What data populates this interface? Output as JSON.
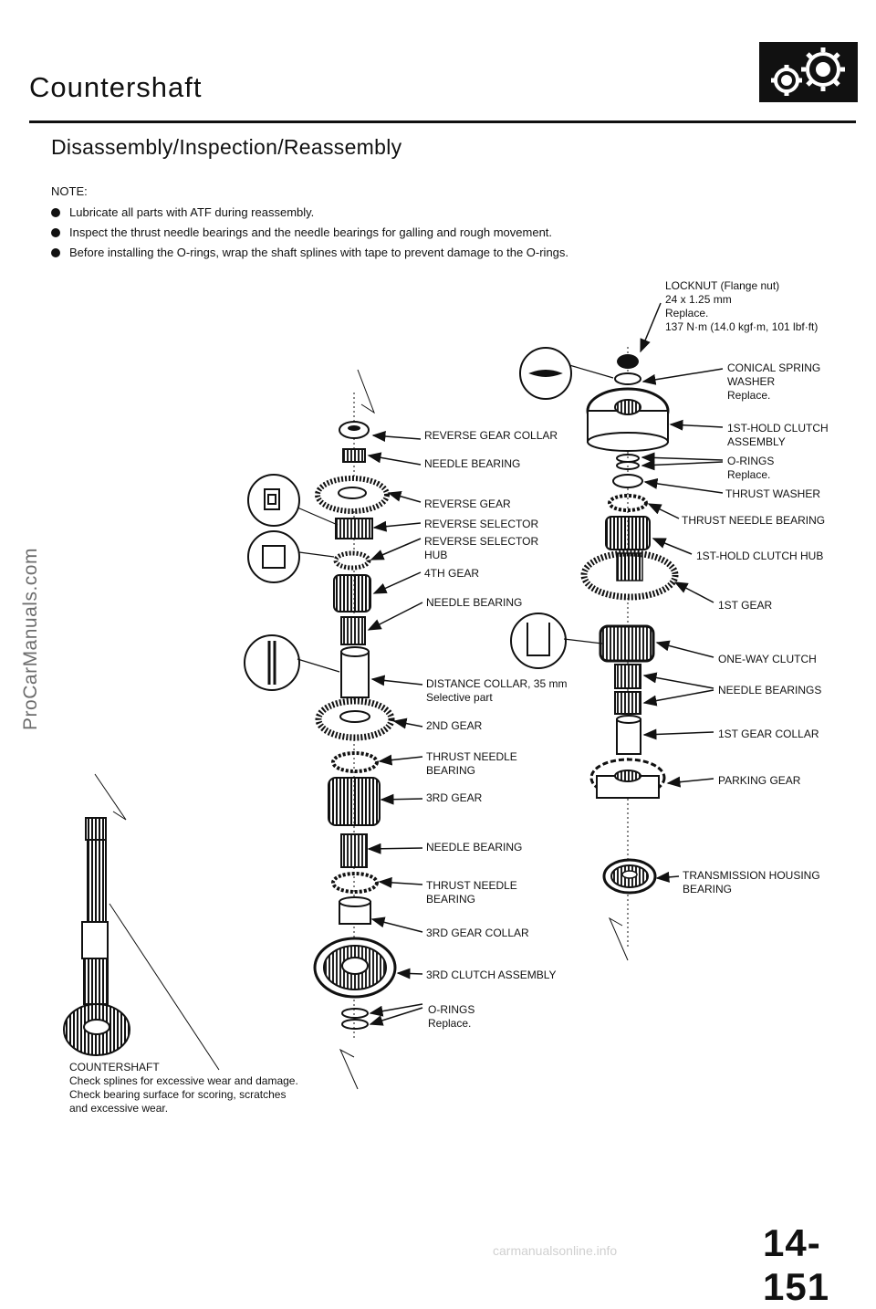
{
  "page": {
    "title": "Countershaft",
    "subtitle": "Disassembly/Inspection/Reassembly",
    "page_number": "14-151",
    "watermark": "ProCarManuals.com",
    "footer_watermark": "carmanualsonline.info"
  },
  "icons": {
    "header": "gears-icon"
  },
  "note": {
    "heading": "NOTE:",
    "items": [
      "Lubricate all parts with ATF during reassembly.",
      "Inspect the thrust needle bearings and the needle bearings for galling and rough movement.",
      "Before installing the O-rings, wrap the shaft splines with tape to prevent damage to the O-rings."
    ]
  },
  "left_labels": {
    "reverse_gear_collar": "REVERSE GEAR COLLAR",
    "needle_bearing_1": "NEEDLE BEARING",
    "reverse_gear": "REVERSE GEAR",
    "reverse_selector": "REVERSE SELECTOR",
    "reverse_selector_hub": "REVERSE SELECTOR\nHUB",
    "fourth_gear": "4TH GEAR",
    "needle_bearing_2": "NEEDLE BEARING",
    "distance_collar": "DISTANCE COLLAR, 35 mm\nSelective part",
    "second_gear": "2ND GEAR",
    "thrust_needle_bearing_1": "THRUST NEEDLE\nBEARING",
    "third_gear": "3RD GEAR",
    "needle_bearing_3": "NEEDLE BEARING",
    "thrust_needle_bearing_2": "THRUST NEEDLE\nBEARING",
    "third_gear_collar": "3RD GEAR COLLAR",
    "third_clutch_assembly": "3RD CLUTCH ASSEMBLY",
    "o_rings": "O-RINGS\nReplace.",
    "countershaft": "COUNTERSHAFT\nCheck splines for excessive wear and damage.\nCheck bearing surface for scoring, scratches\nand excessive wear."
  },
  "right_labels": {
    "locknut": "LOCKNUT (Flange nut)\n24 x 1.25 mm\nReplace.\n137 N·m (14.0 kgf·m, 101 lbf·ft)",
    "conical_spring_washer": "CONICAL SPRING\nWASHER\nReplace.",
    "first_hold_clutch_assembly": "1ST-HOLD CLUTCH\nASSEMBLY",
    "o_rings": "O-RINGS\nReplace.",
    "thrust_washer": "THRUST WASHER",
    "thrust_needle_bearing": "THRUST NEEDLE BEARING",
    "first_hold_clutch_hub": "1ST-HOLD CLUTCH HUB",
    "first_gear": "1ST GEAR",
    "one_way_clutch": "ONE-WAY CLUTCH",
    "needle_bearings": "NEEDLE BEARINGS",
    "first_gear_collar": "1ST GEAR COLLAR",
    "parking_gear": "PARKING GEAR",
    "transmission_housing_bearing": "TRANSMISSION HOUSING\nBEARING"
  }
}
